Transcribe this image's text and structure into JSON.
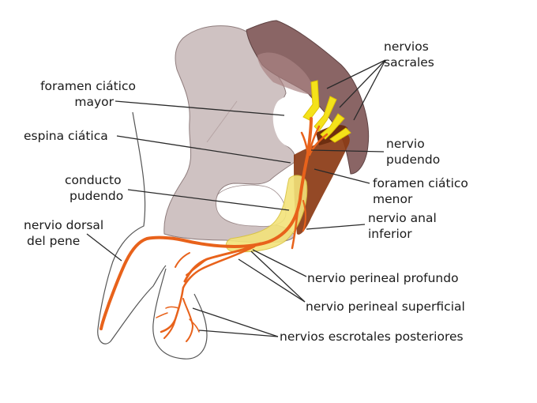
{
  "labels": {
    "nervios_sacrales": [
      "nervios",
      "sacrales"
    ],
    "foramen_mayor": [
      "foramen ciático",
      "mayor"
    ],
    "espina_ciatica": "espina ciática",
    "nervio_pudendo": [
      "nervio",
      "pudendo"
    ],
    "conducto_pudendo": [
      "conducto",
      "pudendo"
    ],
    "foramen_menor": [
      "foramen ciático",
      "menor"
    ],
    "nervio_dorsal": [
      "nervio dorsal",
      "del pene"
    ],
    "nervio_anal": [
      "nervio anal",
      "inferior"
    ],
    "perineal_profundo": "nervio perineal profundo",
    "perineal_superficial": "nervio perineal superficial",
    "escrotales": "nervios escrotales posteriores"
  },
  "colors": {
    "bone": "#cfc2c2",
    "bone_dark": "#a98f8f",
    "sacrum": "#8a6565",
    "ligament": "#8b3a14",
    "nerve": "#e8621b",
    "sacral_nerve": "#f4e21a",
    "canal": "#f3e37a"
  }
}
